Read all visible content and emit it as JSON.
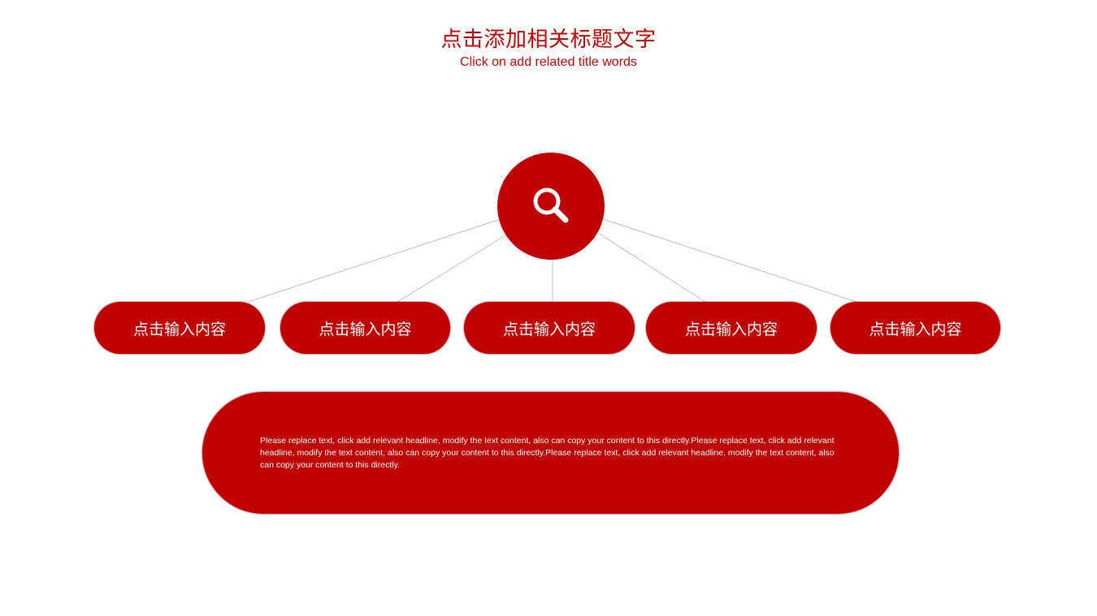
{
  "header": {
    "title": "点击添加相关标题文字",
    "subtitle": "Click on add related title words"
  },
  "hub": {
    "icon": "search-icon"
  },
  "nodes": [
    {
      "label": "点击输入内容"
    },
    {
      "label": "点击输入内容"
    },
    {
      "label": "点击输入内容"
    },
    {
      "label": "点击输入内容"
    },
    {
      "label": "点击输入内容"
    }
  ],
  "description": {
    "text": "Please replace text, click add relevant headline, modify the text content, also can copy your content to this directly.Please replace text, click add relevant headline, modify the text content, also can copy your content to this directly.Please replace text, click add relevant headline, modify the text content, also can copy your content to this directly."
  },
  "colors": {
    "accent": "#c00000",
    "connector": "#bfbfbf",
    "background": "#ffffff"
  }
}
